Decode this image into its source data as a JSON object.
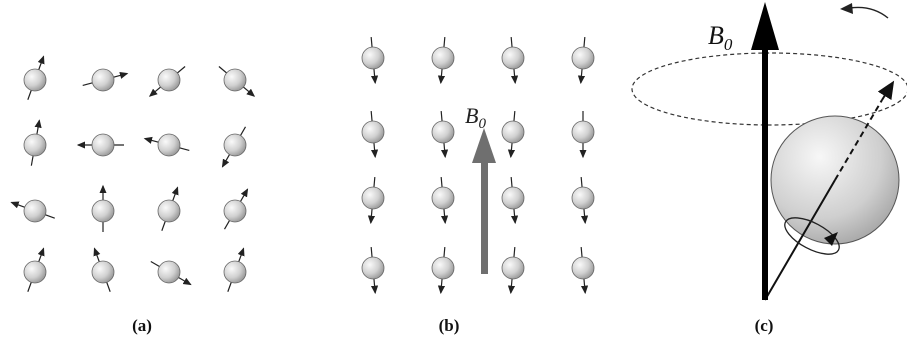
{
  "panels": [
    {
      "caption": "(a)"
    },
    {
      "caption": "(b)",
      "field_label": "B",
      "field_subscript": "0"
    },
    {
      "caption": "(c)",
      "field_label": "B",
      "field_subscript": "0"
    }
  ],
  "colors": {
    "arrow": "#222222",
    "field_arrow_b": "#6f6f6f",
    "sphere_light": "#f2f2f2",
    "sphere_dark": "#9a9a9a"
  },
  "spin_orientations_deg": {
    "a": [
      20,
      75,
      230,
      130,
      10,
      270,
      285,
      210,
      290,
      0,
      20,
      30,
      20,
      340,
      120,
      20
    ],
    "b": [
      175,
      185,
      175,
      185,
      175,
      175,
      185,
      180,
      185,
      175,
      175,
      175,
      175,
      185,
      185,
      175
    ]
  }
}
